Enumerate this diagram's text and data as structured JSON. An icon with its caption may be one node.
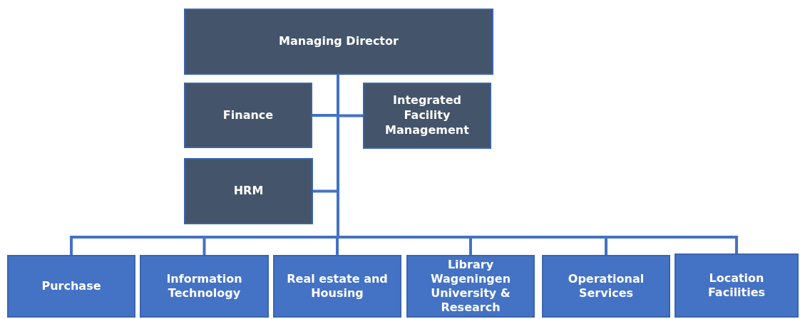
{
  "diagram": {
    "nodes": [
      {
        "text": [
          "Managing Director"
        ]
      },
      {
        "text": [
          "Finance"
        ]
      },
      {
        "text": [
          "Integrated Facility Management"
        ]
      },
      {
        "text": [
          "HRM"
        ]
      },
      {
        "text": [
          "Purchase"
        ]
      },
      {
        "text": [
          "Information Technology"
        ]
      },
      {
        "text": [
          "Real estate and Housing"
        ]
      },
      {
        "text": [
          "Library Wageningen University & Research"
        ]
      },
      {
        "text": [
          "Operational Services"
        ]
      },
      {
        "text": [
          "Location Facilities"
        ]
      }
    ],
    "edges": [
      {
        "from": 0,
        "to": 1,
        "arrow": "none"
      },
      {
        "from": 0,
        "to": 2,
        "arrow": "none"
      },
      {
        "from": 0,
        "to": 3,
        "arrow": "none"
      },
      {
        "from": 0,
        "to": 4,
        "arrow": "none"
      },
      {
        "from": 0,
        "to": 5,
        "arrow": "none"
      },
      {
        "from": 0,
        "to": 6,
        "arrow": "none"
      },
      {
        "from": 0,
        "to": 7,
        "arrow": "none"
      },
      {
        "from": 0,
        "to": 8,
        "arrow": "none"
      },
      {
        "from": 0,
        "to": 9,
        "arrow": "none"
      }
    ]
  }
}
